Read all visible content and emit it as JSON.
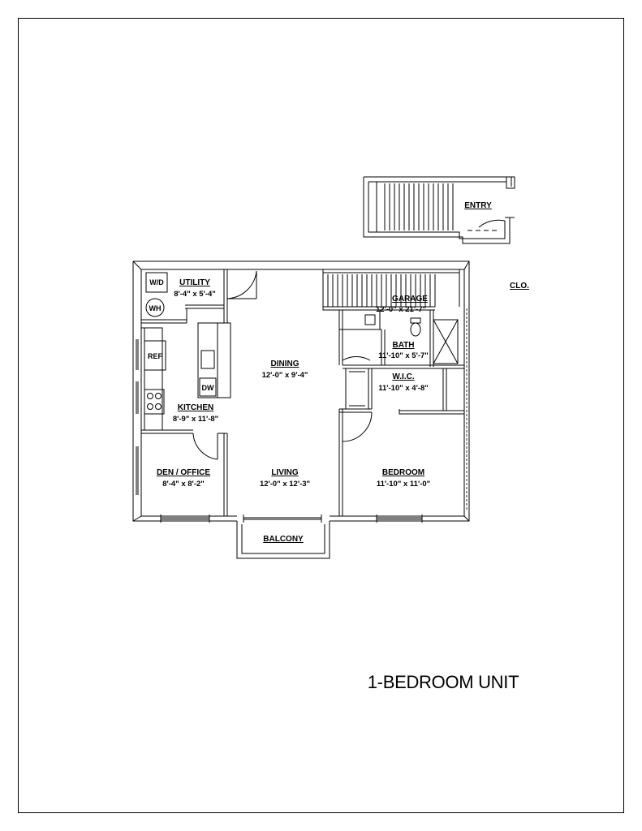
{
  "sheet": {
    "title": "1-BEDROOM UNIT"
  },
  "rooms": {
    "utility": {
      "name": "UTILITY",
      "dims": "8'-4\" x 5'-4\""
    },
    "kitchen": {
      "name": "KITCHEN",
      "dims": "8'-9\" x 11'-8\""
    },
    "den": {
      "name": "DEN / OFFICE",
      "dims": "8'-4\" x 8'-2\""
    },
    "dining": {
      "name": "DINING",
      "dims": "12'-0\" x 9'-4\""
    },
    "living": {
      "name": "LIVING",
      "dims": "12'-0\" x 12'-3\""
    },
    "garage": {
      "name": "GARAGE",
      "dims": "12'-0\" x 21'-7\""
    },
    "bath": {
      "name": "BATH",
      "dims": "11'-10\" x 5'-7\""
    },
    "wic": {
      "name": "W.I.C.",
      "dims": "11'-10\" x 4'-8\""
    },
    "bedroom": {
      "name": "BEDROOM",
      "dims": "11'-10\" x 11'-0\""
    },
    "balcony": {
      "name": "BALCONY"
    },
    "entry": {
      "name": "ENTRY"
    },
    "closet": {
      "name": "CLO."
    }
  },
  "fixtures": {
    "washer_dryer": "W/D",
    "water_heater": "WH",
    "refrigerator": "REF",
    "dishwasher": "DW"
  }
}
